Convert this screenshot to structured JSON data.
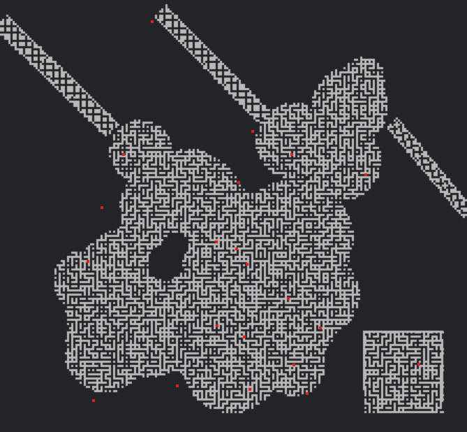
{
  "scene": {
    "background_color": "#232428",
    "wall_color": "#b9b9bb",
    "marker_color": "#e0201c",
    "cell_size_hint": "3"
  },
  "regions": [
    {
      "name": "main-maze-cluster",
      "shape": "blob"
    },
    {
      "name": "upper-right-cluster",
      "shape": "blob"
    },
    {
      "name": "upper-left-cluster",
      "shape": "blob"
    },
    {
      "name": "lower-right-cluster",
      "shape": "box"
    },
    {
      "name": "diagonal-corridor-left",
      "shape": "diagonal"
    },
    {
      "name": "diagonal-corridor-middle",
      "shape": "diagonal"
    },
    {
      "name": "diagonal-corridor-right",
      "shape": "diagonal"
    }
  ],
  "markers_count": 21
}
